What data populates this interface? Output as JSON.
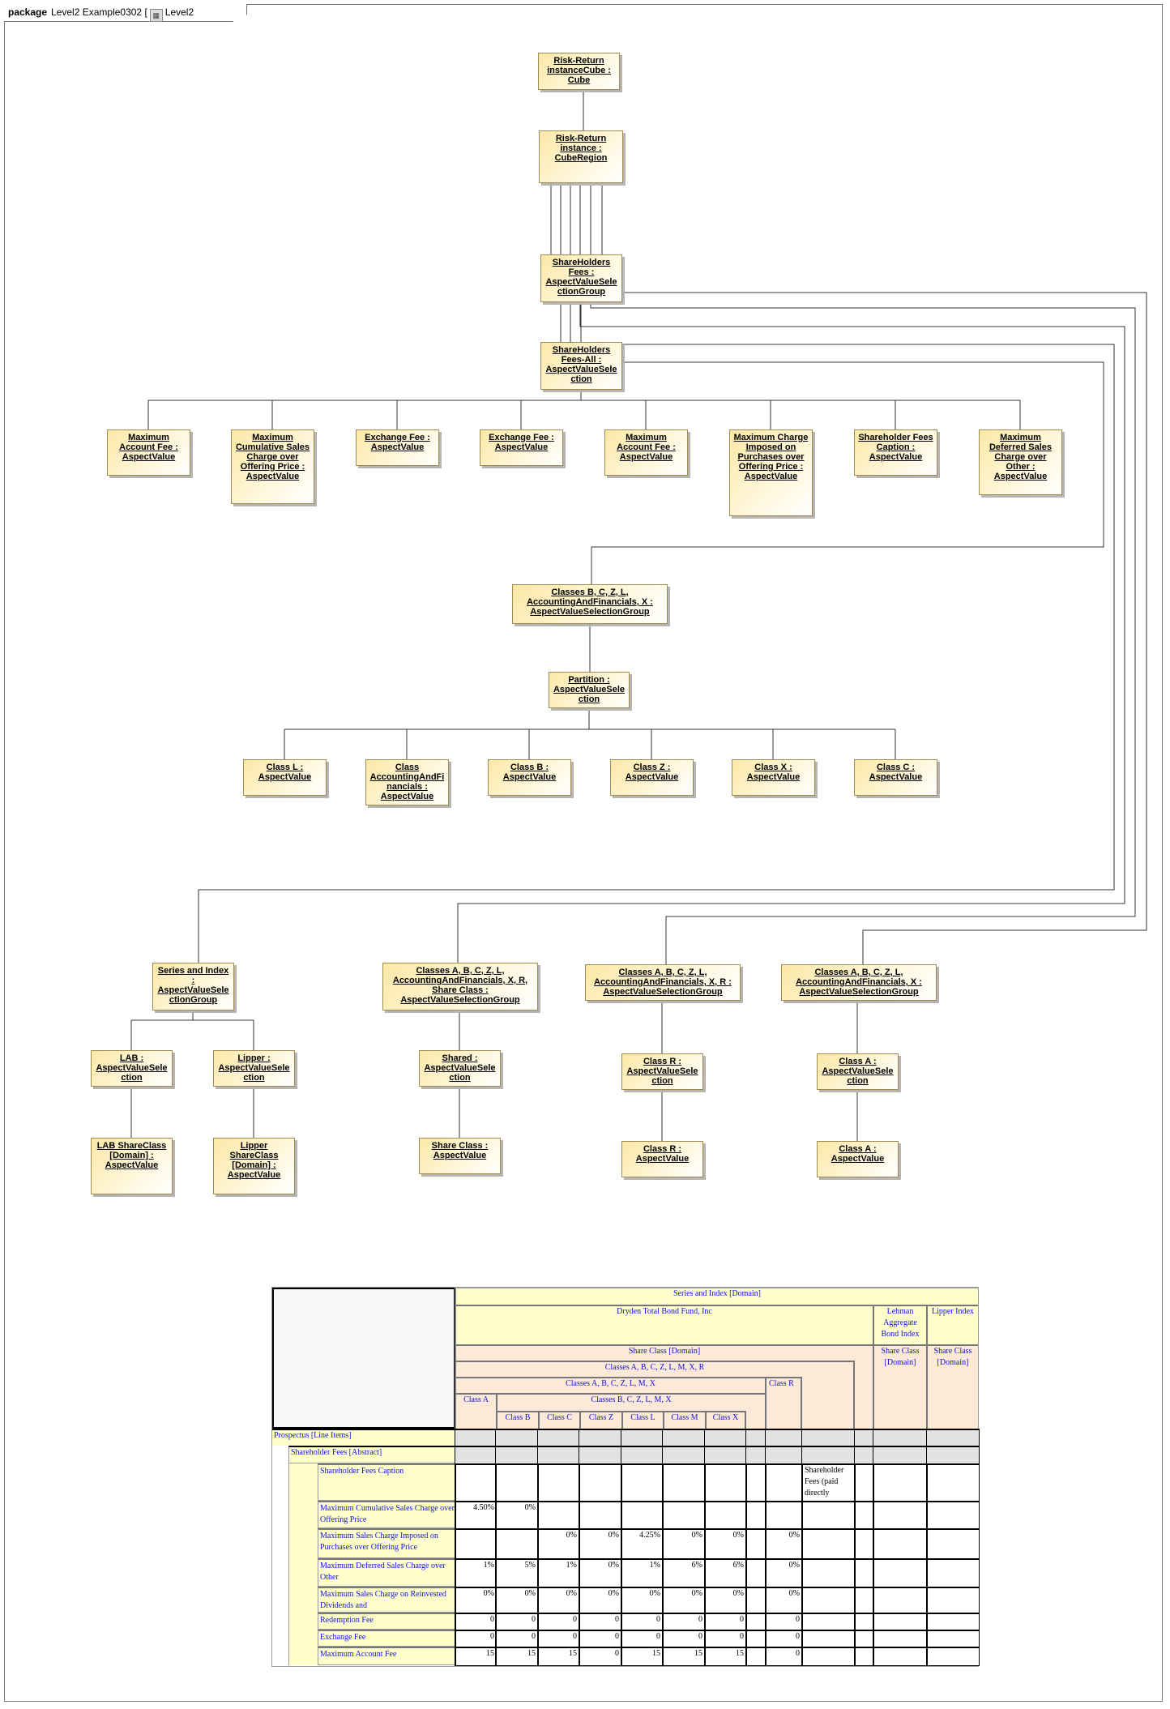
{
  "package": {
    "keyword": "package",
    "name": "Level2 Example0302",
    "diagram_name": "Level2 Example0302"
  },
  "diagram": {
    "nodes": {
      "cube": "Risk-Return instanceCube : Cube",
      "region": "Risk-Return instance : CubeRegion",
      "shf": "ShareHolders Fees : AspectValueSelectionGroup",
      "shfall": "ShareHolders Fees-All : AspectValueSelection",
      "f0": "Maximum Account Fee : AspectValue",
      "f1": "Maximum Cumulative Sales Charge over Offering Price : AspectValue",
      "f2": "Exchange Fee : AspectValue",
      "f3": "Exchange Fee : AspectValue",
      "f4": "Maximum Account Fee : AspectValue",
      "f5": "Maximum Charge Imposed on Purchases over Offering Price : AspectValue",
      "f6": "Shareholder Fees Caption : AspectValue",
      "f7": "Maximum Deferred Sales Charge over Other : AspectValue",
      "g5": "Classes B, C, Z, L, AccountingAndFinancials, X : AspectValueSelectionGroup",
      "part": "Partition : AspectValueSelection",
      "c0": "Class L : AspectValue",
      "c1": "Class AccountingAndFinancials : AspectValue",
      "c2": "Class B : AspectValue",
      "c3": "Class Z : AspectValue",
      "c4": "Class X : AspectValue",
      "c5": "Class C : AspectValue",
      "series": "Series and Index : AspectValueSelectionGroup",
      "grpSC": "Classes A, B, C, Z, L, AccountingAndFinancials, X, R, Share Class : AspectValueSelectionGroup",
      "grpR": "Classes A, B, C, Z, L, AccountingAndFinancials, X, R : AspectValueSelectionGroup",
      "grpA": "Classes A, B, C, Z, L, AccountingAndFinancials, X : AspectValueSelectionGroup",
      "lab": "LAB : AspectValueSelection",
      "lipper": "Lipper : AspectValueSelection",
      "labsc": "LAB ShareClass [Domain] : AspectValue",
      "lippersc": "Lipper ShareClass [Domain] : AspectValue",
      "shared": "Shared : AspectValueSelection",
      "shareclass": "Share Class : AspectValue",
      "rsel": "Class R : AspectValueSelection",
      "rval": "Class R : AspectValue",
      "asel": "Class A : AspectValueSelection",
      "aval": "Class A : AspectValue"
    }
  },
  "table": {
    "series_domain": "Series and Index [Domain]",
    "dryden": "Dryden Total Bond Fund, Inc",
    "lehman": "Lehman Aggregate Bond Index",
    "lipper": "Lipper Index",
    "share_class_domain": "Share Class [Domain]",
    "lehman_sc": "Share Class [Domain]",
    "lipper_sc": "Share Class [Domain]",
    "classes_abczlmxr": "Classes A, B, C, Z, L, M, X, R",
    "classes_abczlmx": "Classes A, B, C, Z, L, M, X",
    "class_r": "Class R",
    "class_a": "Class A",
    "classes_bczlmx": "Classes B, C, Z, L, M, X",
    "class_cols": [
      "Class B",
      "Class C",
      "Class Z",
      "Class L",
      "Class M",
      "Class X"
    ],
    "prospectus": "Prospectus [Line Items]",
    "abstract": "Shareholder Fees [Abstract]",
    "rows": [
      {
        "label": "Shareholder Fees Caption",
        "values": [
          "",
          "",
          "",
          "",
          "",
          "",
          "",
          "",
          "",
          "Shareholder Fees (paid directly",
          "",
          "",
          ""
        ]
      },
      {
        "label": "Maximum Cumulative Sales Charge over Offering Price",
        "values": [
          "4.50%",
          "0%",
          "",
          "",
          "",
          "",
          "",
          "",
          "",
          "",
          "",
          "",
          ""
        ]
      },
      {
        "label": "Maximum Sales Charge Imposed on Purchases over Offering Price",
        "values": [
          "",
          "",
          "0%",
          "0%",
          "4.25%",
          "0%",
          "0%",
          "",
          "0%",
          "",
          "",
          "",
          ""
        ]
      },
      {
        "label": "Maximum Deferred Sales Charge over Other",
        "values": [
          "1%",
          "5%",
          "1%",
          "0%",
          "1%",
          "6%",
          "6%",
          "",
          "0%",
          "",
          "",
          "",
          ""
        ]
      },
      {
        "label": "Maximum Sales Charge on Reinvested Dividends and",
        "values": [
          "0%",
          "0%",
          "0%",
          "0%",
          "0%",
          "0%",
          "0%",
          "",
          "0%",
          "",
          "",
          "",
          ""
        ]
      },
      {
        "label": "Redemption Fee",
        "values": [
          "0",
          "0",
          "0",
          "0",
          "0",
          "0",
          "0",
          "",
          "0",
          "",
          "",
          "",
          ""
        ]
      },
      {
        "label": "Exchange Fee",
        "values": [
          "0",
          "0",
          "0",
          "0",
          "0",
          "0",
          "0",
          "",
          "0",
          "",
          "",
          "",
          ""
        ]
      },
      {
        "label": "Maximum Account Fee",
        "values": [
          "15",
          "15",
          "15",
          "0",
          "15",
          "15",
          "15",
          "",
          "0",
          "",
          "",
          "",
          ""
        ]
      }
    ]
  }
}
